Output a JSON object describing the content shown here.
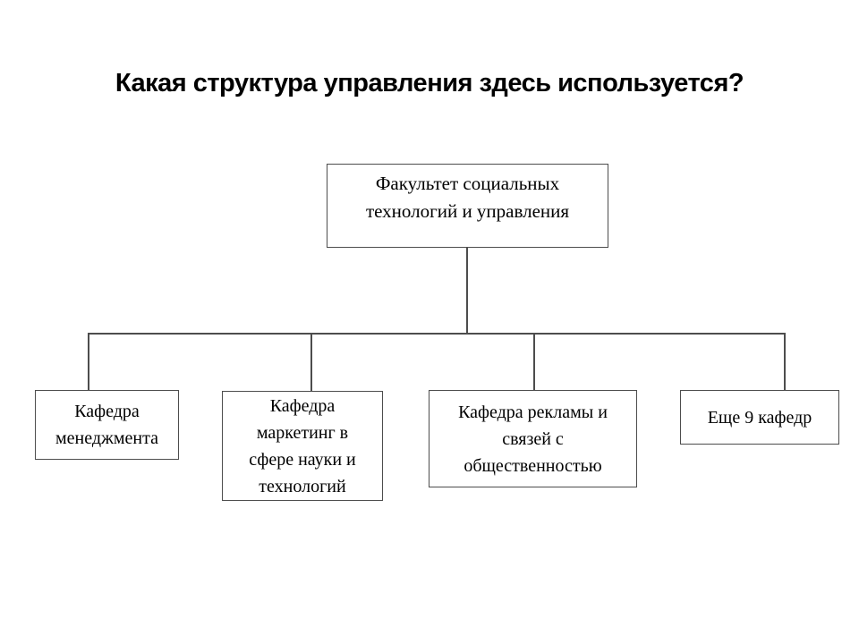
{
  "slide": {
    "title": "Какая структура управления здесь используется?"
  },
  "org_chart": {
    "root": {
      "label": "Факультет социальных технологий и управления",
      "lines": [
        "Факультет социальных",
        "технологий и управления"
      ]
    },
    "departments": [
      {
        "label": "Кафедра менеджмента",
        "lines": [
          "Кафедра",
          "менеджмента"
        ]
      },
      {
        "label": "Кафедра маркетинг в сфере науки и технологий",
        "lines": [
          "Кафедра",
          "маркетинг в",
          "сфере науки и",
          "технологий"
        ]
      },
      {
        "label": "Кафедра рекламы и связей с общественностью",
        "lines": [
          "Кафедра рекламы и",
          "связей с",
          "общественностью"
        ]
      },
      {
        "label": "Еще 9 кафедр",
        "lines": [
          "Еще 9 кафедр"
        ]
      }
    ]
  },
  "colors": {
    "background": "#ffffff",
    "box_border": "#4d4d4d",
    "connector": "#4d4d4d",
    "text": "#000000"
  }
}
